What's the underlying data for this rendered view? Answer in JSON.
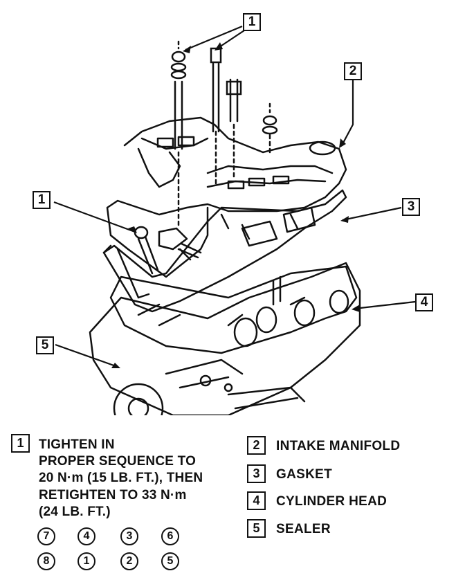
{
  "callouts": {
    "c1_top": "1",
    "c2": "2",
    "c1_left": "1",
    "c3": "3",
    "c4": "4",
    "c5": "5"
  },
  "legend": {
    "note": {
      "number": "1",
      "lines": [
        "TIGHTEN IN",
        "PROPER SEQUENCE TO",
        "20 N·m (15 LB. FT.), THEN",
        "RETIGHTEN TO 33 N·m",
        "(24 LB. FT.)"
      ]
    },
    "items": [
      {
        "number": "2",
        "label": "INTAKE MANIFOLD"
      },
      {
        "number": "3",
        "label": "GASKET"
      },
      {
        "number": "4",
        "label": "CYLINDER HEAD"
      },
      {
        "number": "5",
        "label": "SEALER"
      }
    ]
  },
  "sequence": {
    "row1": [
      "7",
      "4",
      "3",
      "6"
    ],
    "row2": [
      "8",
      "1",
      "2",
      "5"
    ]
  }
}
